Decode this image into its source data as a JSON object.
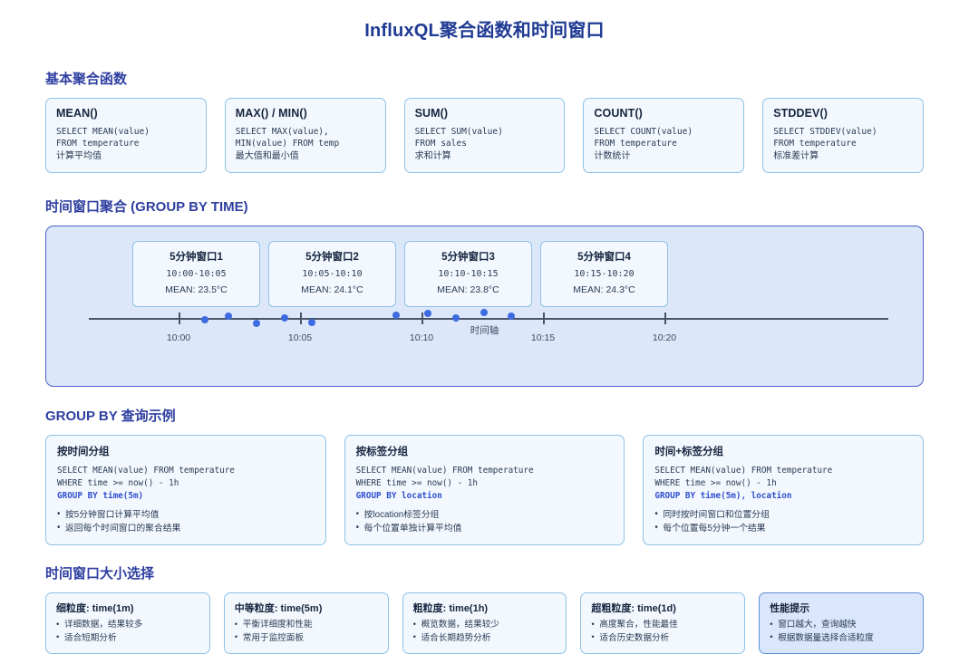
{
  "title": "InfluxQL聚合函数和时间窗口",
  "sections": {
    "basic": {
      "heading": "基本聚合函数",
      "cards": [
        {
          "name": "MEAN()",
          "sql": "SELECT MEAN(value)\nFROM temperature",
          "desc": "计算平均值"
        },
        {
          "name": "MAX() / MIN()",
          "sql": "SELECT MAX(value),\nMIN(value) FROM temp",
          "desc": "最大值和最小值"
        },
        {
          "name": "SUM()",
          "sql": "SELECT SUM(value)\nFROM sales",
          "desc": "求和计算"
        },
        {
          "name": "COUNT()",
          "sql": "SELECT COUNT(value)\nFROM temperature",
          "desc": "计数统计"
        },
        {
          "name": "STDDEV()",
          "sql": "SELECT STDDEV(value)\nFROM temperature",
          "desc": "标准差计算"
        }
      ]
    },
    "window": {
      "heading": "时间窗口聚合 (GROUP BY TIME)",
      "axis_name": "时间轴",
      "windows": [
        {
          "title": "5分钟窗口1",
          "range": "10:00-10:05",
          "mean": "MEAN: 23.5°C"
        },
        {
          "title": "5分钟窗口2",
          "range": "10:05-10:10",
          "mean": "MEAN: 24.1°C"
        },
        {
          "title": "5分钟窗口3",
          "range": "10:10-10:15",
          "mean": "MEAN: 23.8°C"
        },
        {
          "title": "5分钟窗口4",
          "range": "10:15-10:20",
          "mean": "MEAN: 24.3°C"
        }
      ],
      "ticks": [
        "10:00",
        "10:05",
        "10:10",
        "10:15",
        "10:20"
      ]
    },
    "groupby": {
      "heading": "GROUP BY 查询示例",
      "cards": [
        {
          "title": "按时间分组",
          "line1": "SELECT MEAN(value) FROM temperature",
          "line2": "WHERE time >= now() - 1h",
          "line3": "GROUP BY time(5m)",
          "bullets": [
            "按5分钟窗口计算平均值",
            "返回每个时间窗口的聚合结果"
          ]
        },
        {
          "title": "按标签分组",
          "line1": "SELECT MEAN(value) FROM temperature",
          "line2": "WHERE time >= now() - 1h",
          "line3": "GROUP BY location",
          "bullets": [
            "按location标签分组",
            "每个位置单独计算平均值"
          ]
        },
        {
          "title": "时间+标签分组",
          "line1": "SELECT MEAN(value) FROM temperature",
          "line2": "WHERE time >= now() - 1h",
          "line3": "GROUP BY time(5m), location",
          "bullets": [
            "同时按时间窗口和位置分组",
            "每个位置每5分钟一个结果"
          ]
        }
      ]
    },
    "size": {
      "heading": "时间窗口大小选择",
      "cards": [
        {
          "title": "细粒度: time(1m)",
          "bullets": [
            "详细数据，结果较多",
            "适合短期分析"
          ],
          "highlight": false
        },
        {
          "title": "中等粒度: time(5m)",
          "bullets": [
            "平衡详细度和性能",
            "常用于监控面板"
          ],
          "highlight": false
        },
        {
          "title": "粗粒度: time(1h)",
          "bullets": [
            "概览数据，结果较少",
            "适合长期趋势分析"
          ],
          "highlight": false
        },
        {
          "title": "超粗粒度: time(1d)",
          "bullets": [
            "高度聚合，性能最佳",
            "适合历史数据分析"
          ],
          "highlight": false
        },
        {
          "title": "性能提示",
          "bullets": [
            "窗口越大，查询越快",
            "根据数据量选择合适粒度"
          ],
          "highlight": true
        }
      ]
    }
  },
  "chart_data": {
    "type": "scatter",
    "title": "时间窗口聚合 (GROUP BY TIME)",
    "xlabel": "时间轴",
    "ylabel": "",
    "x_ticks": [
      "10:00",
      "10:05",
      "10:10",
      "10:15",
      "10:20"
    ],
    "x_tick_positions_pct": [
      10.5,
      34.0,
      57.5,
      74.0,
      86.5
    ],
    "windows": [
      {
        "label": "5分钟窗口1",
        "range": "10:00-10:05",
        "mean_c": 23.5
      },
      {
        "label": "5分钟窗口2",
        "range": "10:05-10:10",
        "mean_c": 24.1
      },
      {
        "label": "5分钟窗口3",
        "range": "10:10-10:15",
        "mean_c": 23.8
      },
      {
        "label": "5分钟窗口4",
        "range": "10:15-10:20",
        "mean_c": 24.3
      }
    ],
    "points": [
      {
        "x_pct": 14.5,
        "y_off": 1
      },
      {
        "x_pct": 17.5,
        "y_off": -3
      },
      {
        "x_pct": 21.0,
        "y_off": 5
      },
      {
        "x_pct": 24.5,
        "y_off": -1
      },
      {
        "x_pct": 28.0,
        "y_off": 4
      },
      {
        "x_pct": 38.5,
        "y_off": -4
      },
      {
        "x_pct": 42.5,
        "y_off": -6
      },
      {
        "x_pct": 46.0,
        "y_off": -1
      },
      {
        "x_pct": 49.5,
        "y_off": -7
      },
      {
        "x_pct": 53.0,
        "y_off": -3
      }
    ],
    "point_color": "#3d6ce0",
    "grid": false,
    "legend": "none"
  },
  "colors": {
    "title": "#1f3a93",
    "heading": "#2f3fa0",
    "card_bg": "#f2f8fd",
    "card_border": "#8fc2e8",
    "panel_bg": "#dde7fa",
    "panel_border": "#4a63c8",
    "keyword": "#2f4fd0",
    "dot": "#3d6ce0",
    "axis": "#4a5568"
  }
}
